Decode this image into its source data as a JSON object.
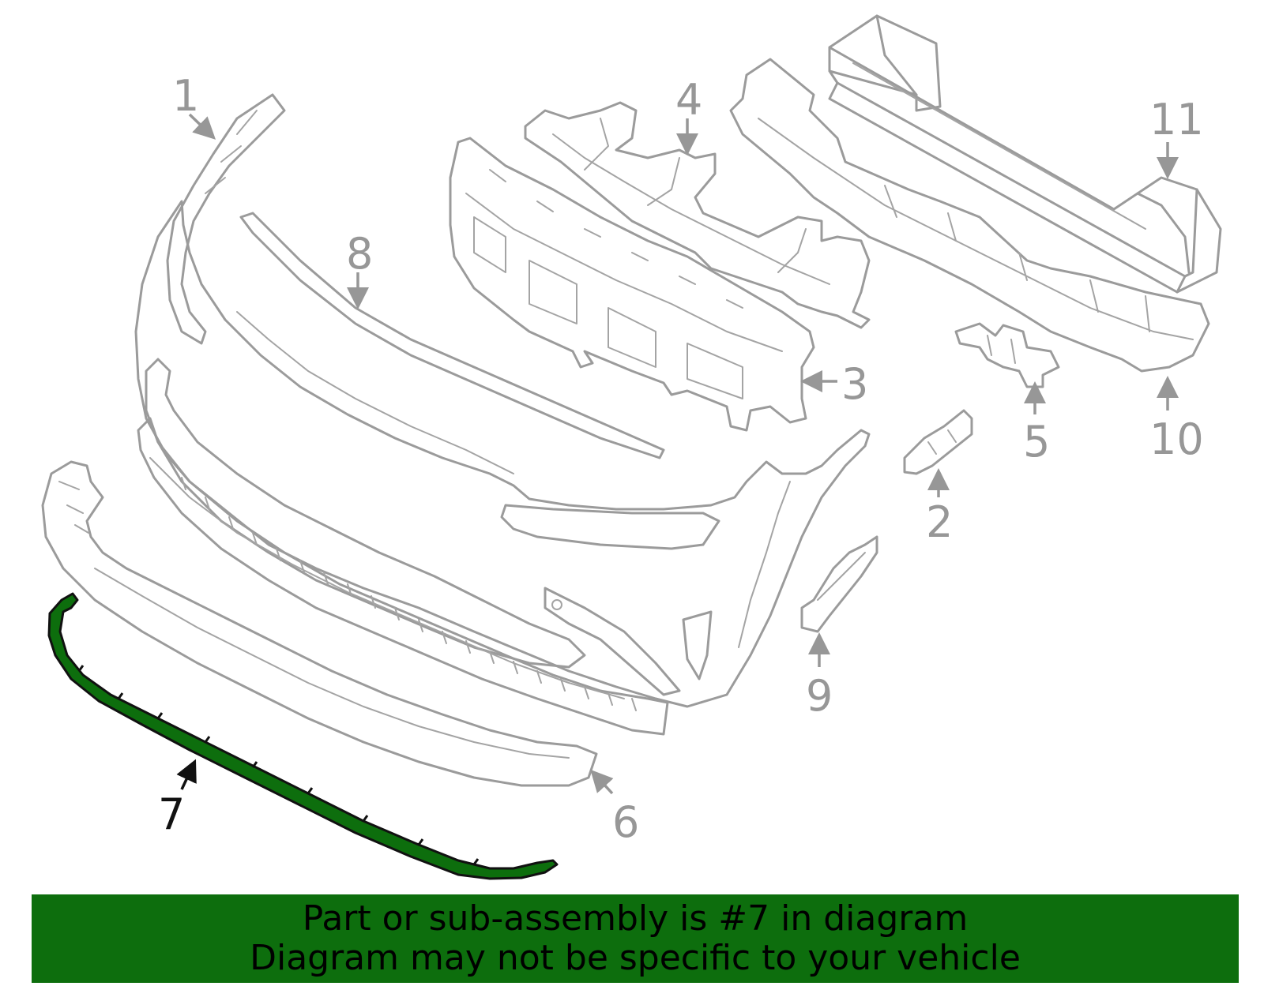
{
  "colors": {
    "part_outline": "#9b9b9b",
    "highlight_fill": "#0d6e0d",
    "highlight_outline": "#111111",
    "banner_bg": "#0d6e0d",
    "banner_text": "#000000"
  },
  "callouts": {
    "c1": "1",
    "c2": "2",
    "c3": "3",
    "c4": "4",
    "c5": "5",
    "c6": "6",
    "c7": "7",
    "c8": "8",
    "c9": "9",
    "c10": "10",
    "c11": "11"
  },
  "highlighted_callout": "7",
  "banner": {
    "line1": "Part or sub-assembly is #7 in diagram",
    "line2": "Diagram may not be specific to your vehicle"
  }
}
